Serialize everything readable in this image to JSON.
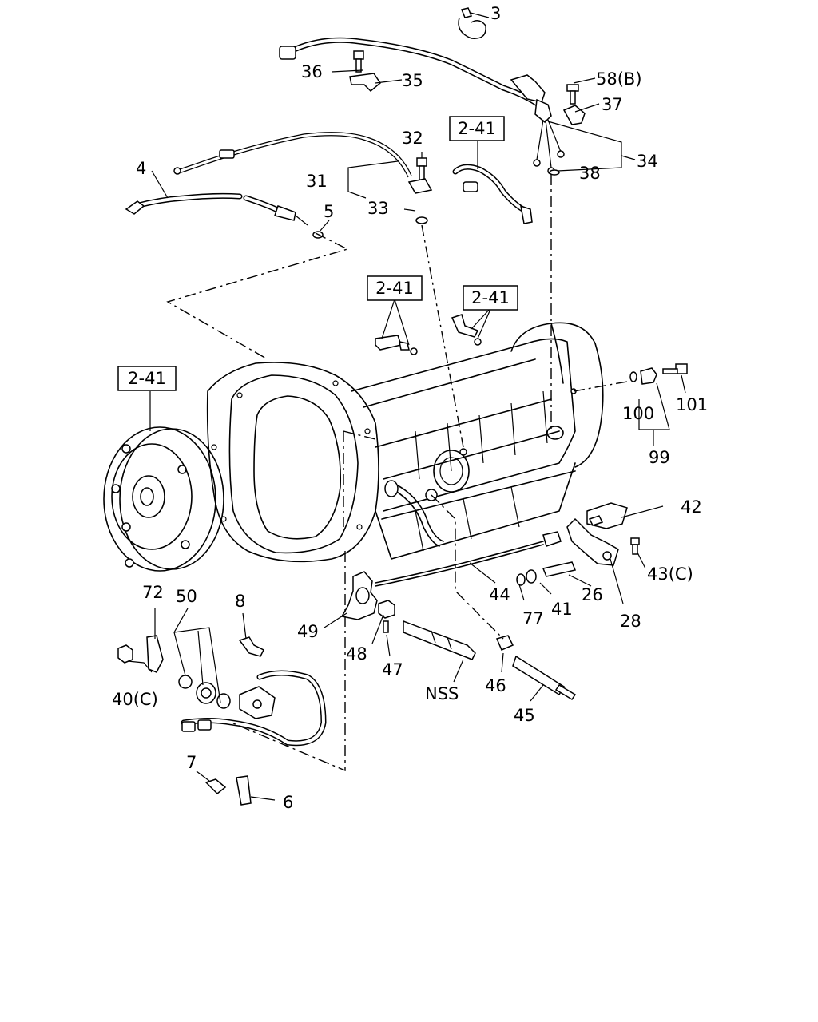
{
  "labels": {
    "p3": "3",
    "p36": "36",
    "p35": "35",
    "p58b": "58(B)",
    "p37": "37",
    "p34": "34",
    "p38": "38",
    "p32": "32",
    "p31": "31",
    "p33": "33",
    "p4": "4",
    "p5": "5",
    "p101": "101",
    "p100": "100",
    "p99": "99",
    "p42": "42",
    "p43c": "43(C)",
    "p44": "44",
    "p77": "77",
    "p41": "41",
    "p26": "26",
    "p28": "28",
    "p49": "49",
    "p48": "48",
    "p47": "47",
    "pnss": "NSS",
    "p46": "46",
    "p45": "45",
    "p72": "72",
    "p50": "50",
    "p8": "8",
    "p40c": "40(C)",
    "p7": "7",
    "p6": "6"
  },
  "references": {
    "r1": "2-41",
    "r2": "2-41",
    "r3": "2-41",
    "r4": "2-41"
  },
  "colors": {
    "line": "#000000",
    "background": "#ffffff"
  }
}
